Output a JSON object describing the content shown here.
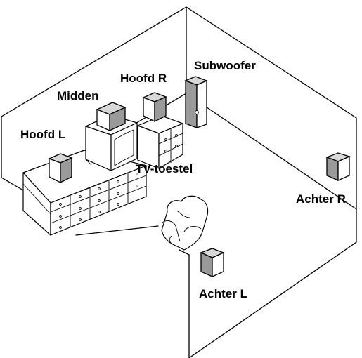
{
  "labels": {
    "subwoofer": "Subwoofer",
    "hoofd_r": "Hoofd R",
    "midden": "Midden",
    "hoofd_l": "Hoofd L",
    "tv": "TV-toestel",
    "achter_r": "Achter R",
    "achter_l": "Achter L"
  },
  "colors": {
    "speaker_side": "#9a9a9a",
    "speaker_top": "#d8d8d8",
    "line": "#000000"
  }
}
